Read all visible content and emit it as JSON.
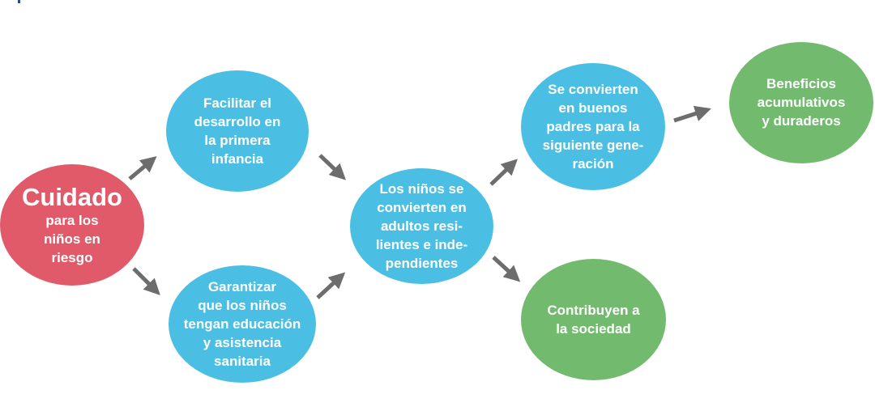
{
  "colors": {
    "care": "#e05a6a",
    "intermediate": "#4bbfe3",
    "outcome": "#72bb6e",
    "arrow": "#6d6d6d"
  },
  "nodes": {
    "cuidado": {
      "title": "Cuidado",
      "lines": [
        "para los",
        "niños en",
        "riesgo"
      ]
    },
    "facilitar": {
      "lines": [
        "Facilitar el",
        "desarrollo en",
        "la primera",
        "infancia"
      ]
    },
    "garantizar": {
      "lines": [
        "Garantizar",
        "que los niños",
        "tengan educación",
        "y asistencia",
        "sanitaria"
      ]
    },
    "adultos": {
      "lines": [
        "Los niños se",
        "convierten en",
        "adultos resi-",
        "lientes e inde-",
        "pendientes"
      ]
    },
    "padres": {
      "lines": [
        "Se convierten",
        "en buenos",
        "padres para la",
        "siguiente gene-",
        "ración"
      ]
    },
    "beneficios": {
      "lines": [
        "Beneficios",
        "acumulativos",
        "y duraderos"
      ]
    },
    "sociedad": {
      "lines": [
        "Contribuyen a",
        "la sociedad"
      ]
    }
  }
}
